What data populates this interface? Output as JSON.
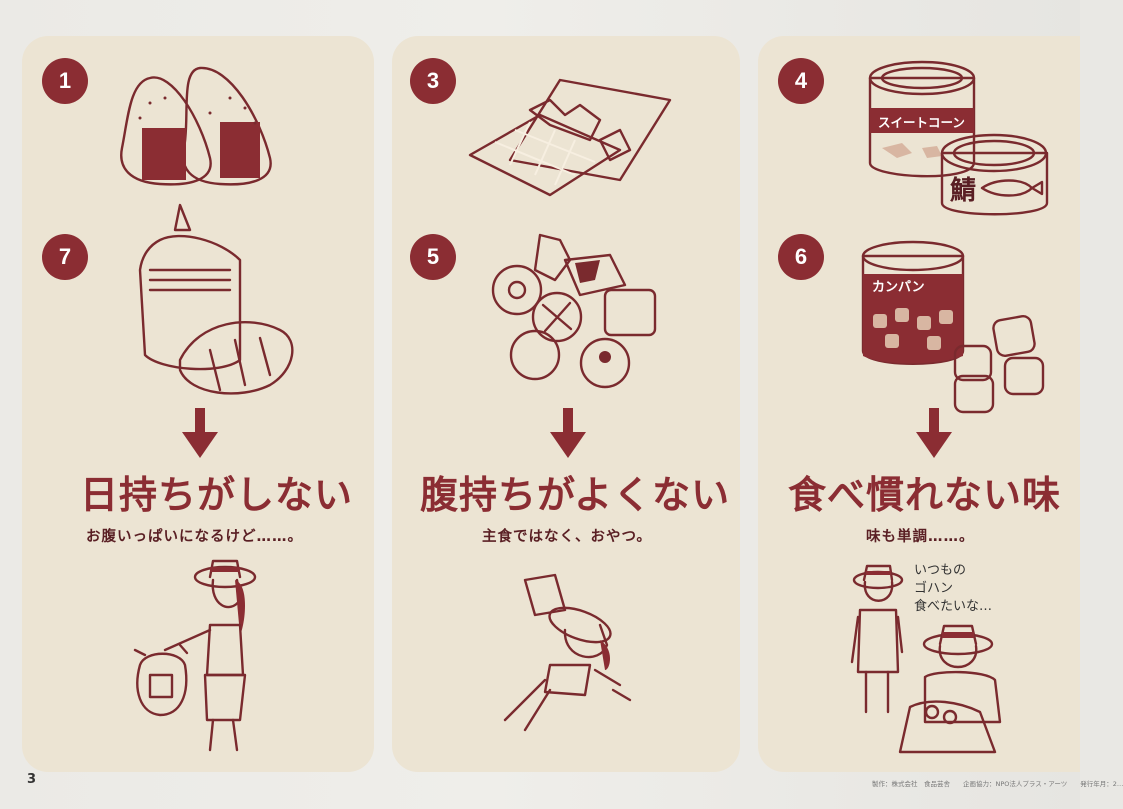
{
  "page_number": "3",
  "colors": {
    "accent": "#8b2d33",
    "panel": "#ece4d3"
  },
  "panels": [
    {
      "items": [
        "1",
        "7"
      ],
      "headline": "日持ちがしない",
      "subtext": "お腹いっぱいになるけど……。"
    },
    {
      "items": [
        "3",
        "5"
      ],
      "headline": "腹持ちがよくない",
      "subtext": "主食ではなく、おやつ。"
    },
    {
      "items": [
        "4",
        "6"
      ],
      "headline": "食べ慣れない味",
      "subtext": "味も単調……。"
    }
  ],
  "labels": {
    "corn_can": "スイートコーン",
    "saba_can": "鯖",
    "kanpan_can": "カンパン",
    "speech_bubble": "いつもの\nゴハン\n食べたいな…"
  },
  "credits": "製作：株式会社　食品芸舎　　企画協力：NPO法人プラス・アーツ　　発行年月：2…"
}
